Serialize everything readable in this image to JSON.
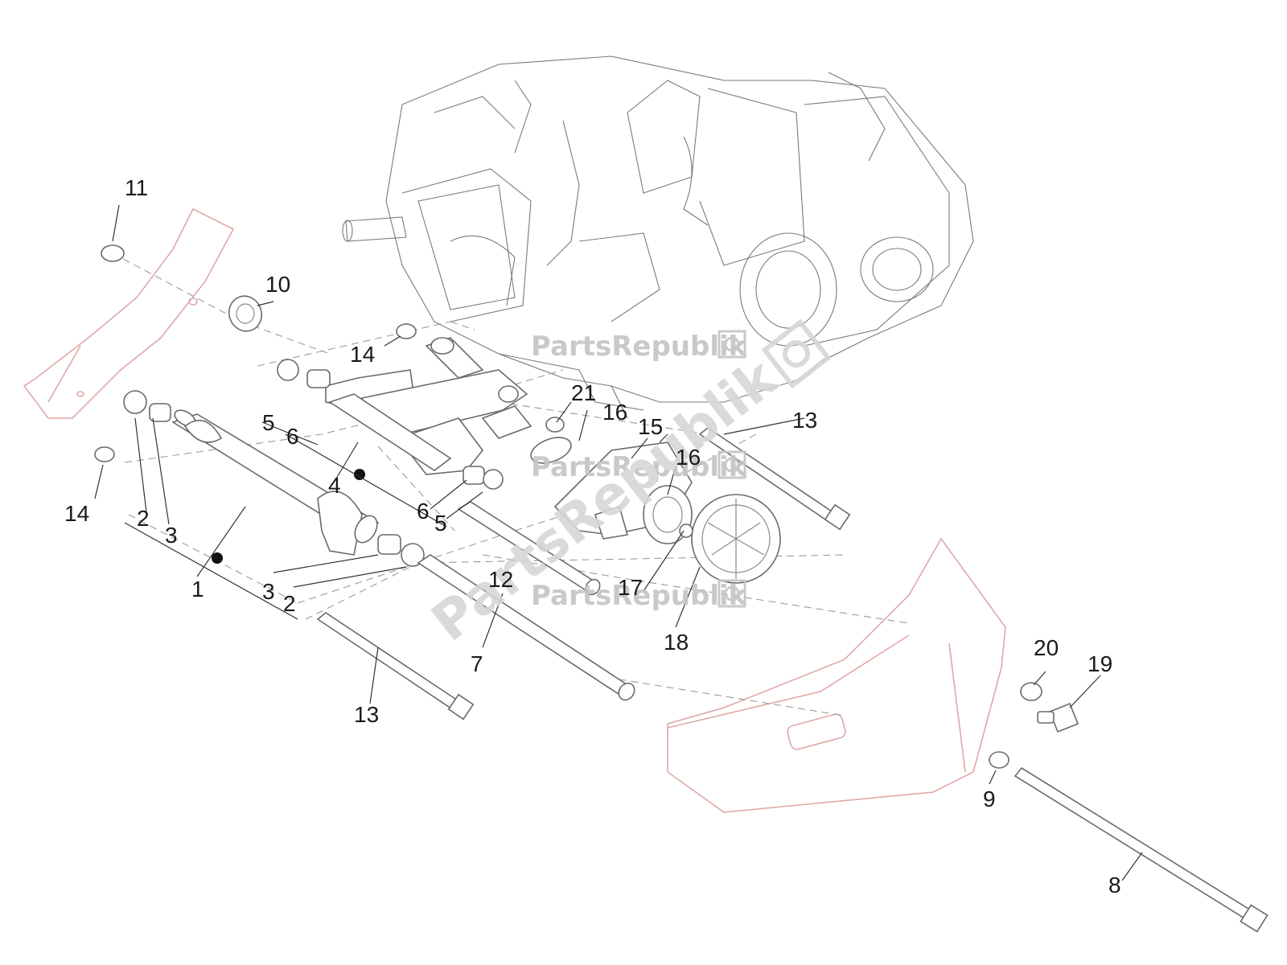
{
  "watermark": {
    "brand": "PartsRepublik",
    "gear_icon": "gear-icon"
  },
  "callouts": {
    "c1": "1",
    "c2a": "2",
    "c2b": "2",
    "c3a": "3",
    "c3b": "3",
    "c4": "4",
    "c5a": "5",
    "c5b": "5",
    "c6a": "6",
    "c6b": "6",
    "c7": "7",
    "c8": "8",
    "c9": "9",
    "c10": "10",
    "c11": "11",
    "c12": "12",
    "c13a": "13",
    "c13b": "13",
    "c14a": "14",
    "c14b": "14",
    "c15": "15",
    "c16a": "16",
    "c16b": "16",
    "c17": "17",
    "c18": "18",
    "c19": "19",
    "c20": "20",
    "c21": "21"
  },
  "colors": {
    "frame": "#e0a7a7",
    "line": "#6a6a6a",
    "label": "#1a1a1a",
    "watermark": "#c4c4c4"
  }
}
